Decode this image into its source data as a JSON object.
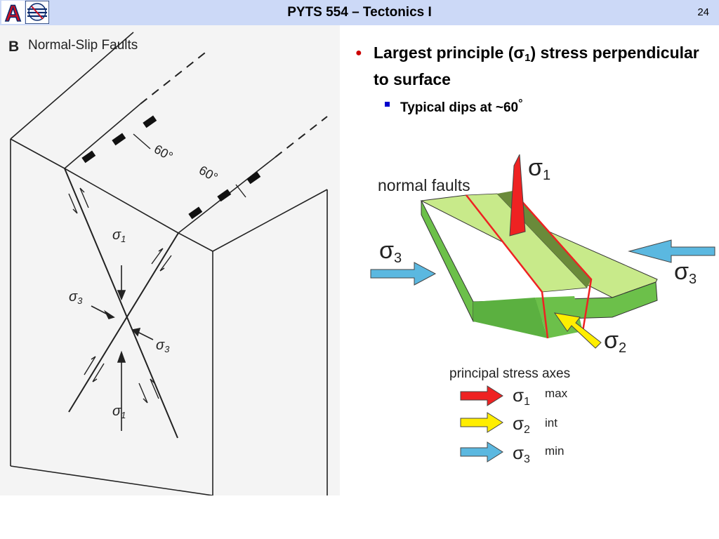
{
  "header": {
    "title": "PYTS 554 – Tectonics I",
    "page_number": "24",
    "logo_letter": "A"
  },
  "bullets": {
    "main_pre": "Largest principle (σ",
    "main_sub": "1",
    "main_post": ") stress perpendicular to surface",
    "sub_text": "Typical dips at ~60",
    "sub_symbol": "°"
  },
  "left_figure": {
    "letter": "B",
    "title": "Normal-Slip Faults",
    "angle_1": "60°",
    "angle_2": "60°",
    "sigma_symbol": "σ",
    "sigma_top_sub": "1",
    "sigma_bottom_sub": "1",
    "sigma_left_sub": "3",
    "sigma_right_sub": "3"
  },
  "right_figure": {
    "normal_faults_label": "normal faults",
    "sigma_symbol": "σ",
    "sigma1_sub": "1",
    "sigma2_sub": "2",
    "sigma3_left_sub": "3",
    "sigma3_right_sub": "3",
    "legend_title": "principal stress axes",
    "legend": [
      {
        "sub": "1",
        "label": "max",
        "color": "#ee2222"
      },
      {
        "sub": "2",
        "label": "int",
        "color": "#ffee00"
      },
      {
        "sub": "3",
        "label": "min",
        "color": "#5bb8e0"
      }
    ],
    "block_top_color": "#c8ea8a",
    "block_side_color": "#6cc04a",
    "fault_color": "#ee2222"
  }
}
